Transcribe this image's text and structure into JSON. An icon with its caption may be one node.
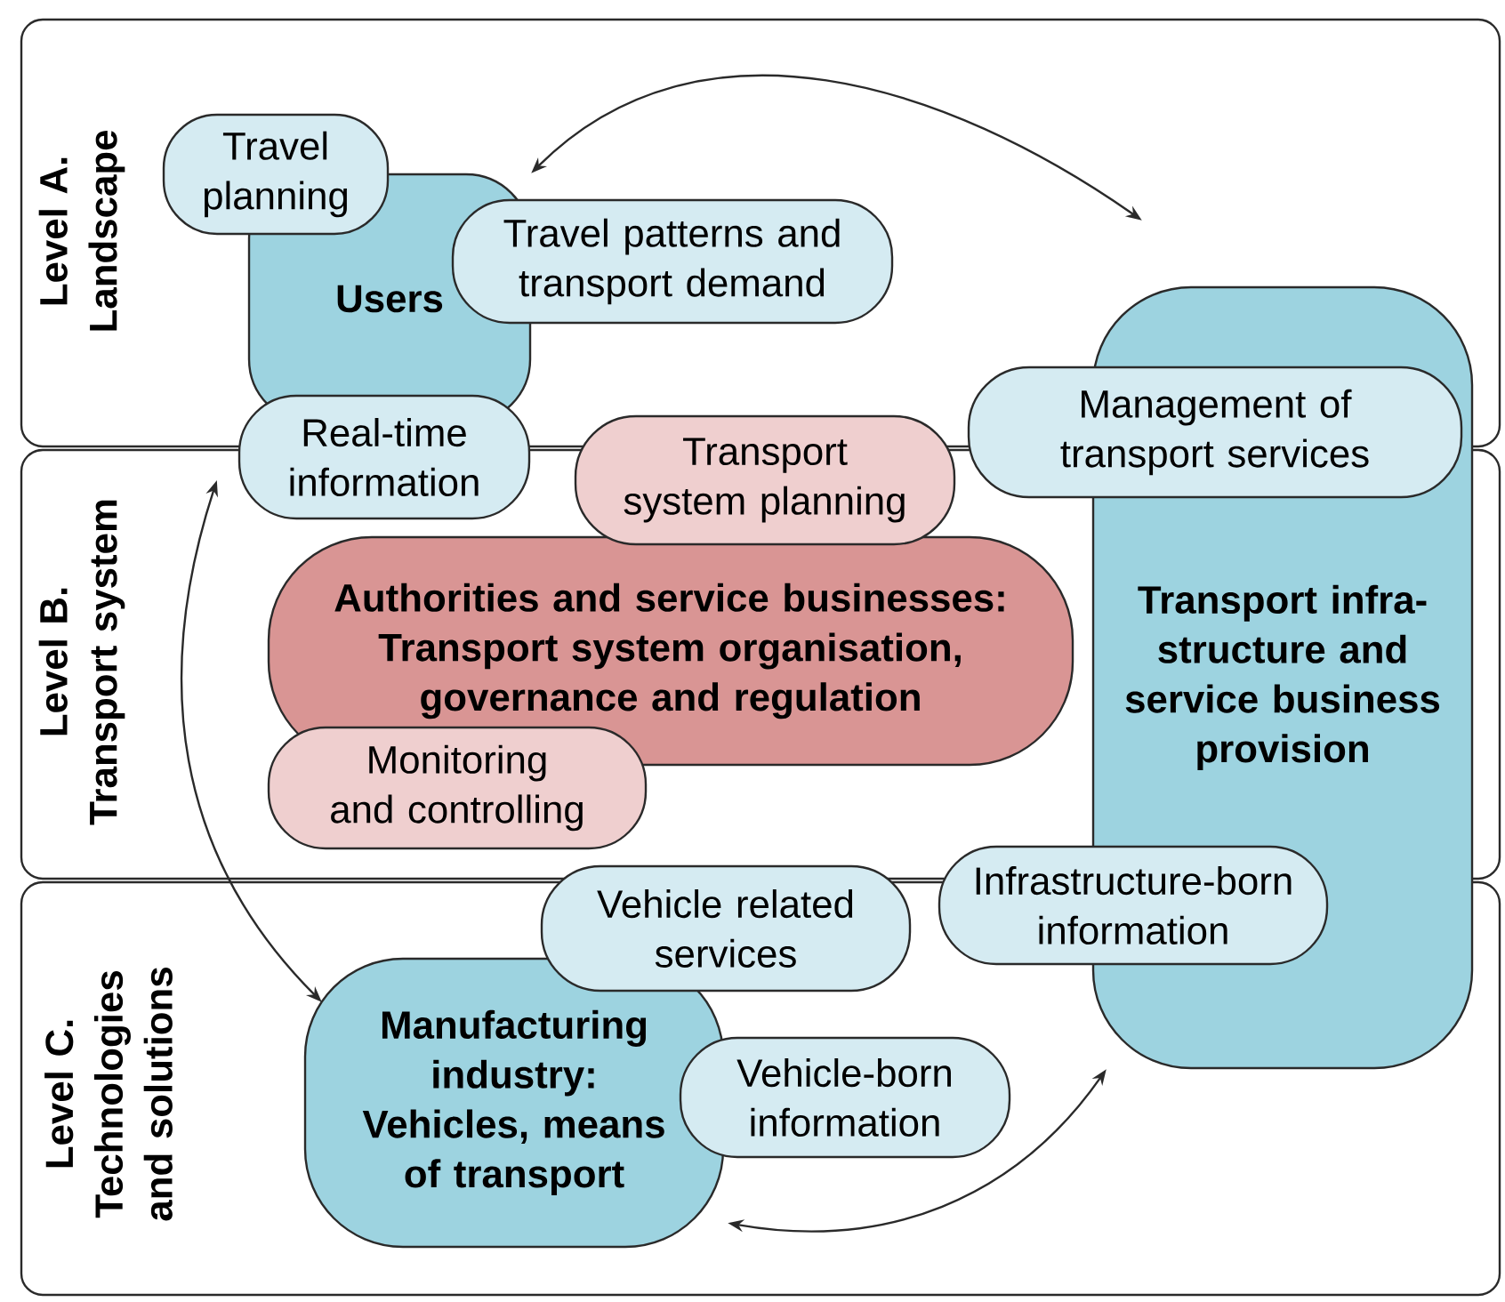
{
  "diagram": {
    "nodes": [
      {
        "text": [
          "Level A. Landscape"
        ]
      },
      {
        "text": [
          "Level B. Transport system"
        ]
      },
      {
        "text": [
          "Level C. Technologies and solutions"
        ]
      },
      {
        "text": [
          "Travel planning"
        ],
        "in": 0
      },
      {
        "text": [
          "Users"
        ],
        "in": 0
      },
      {
        "text": [
          "Travel patterns and transport demand"
        ],
        "in": 0
      },
      {
        "text": [
          "Transport infra-structure and service business provision"
        ]
      },
      {
        "text": [
          "Management of transport services"
        ]
      },
      {
        "text": [
          "Real-time information"
        ]
      },
      {
        "text": [
          "Transport system planning"
        ]
      },
      {
        "text": [
          "Authorities and service businesses: Transport system organisation, governance and regulation"
        ],
        "in": 1
      },
      {
        "text": [
          "Monitoring and controlling"
        ],
        "in": 1
      },
      {
        "text": [
          "Vehicle related services"
        ]
      },
      {
        "text": [
          "Infrastructure-born information"
        ]
      },
      {
        "text": [
          "Manufacturing industry: Vehicles, means of transport"
        ],
        "in": 2
      },
      {
        "text": [
          "Vehicle-born information"
        ],
        "in": 2
      }
    ],
    "edges": [
      {
        "from": 4,
        "to": 6,
        "arrow": "both"
      },
      {
        "from": 8,
        "to": 14,
        "arrow": "both"
      },
      {
        "from": 14,
        "to": 6,
        "arrow": "both"
      }
    ]
  }
}
